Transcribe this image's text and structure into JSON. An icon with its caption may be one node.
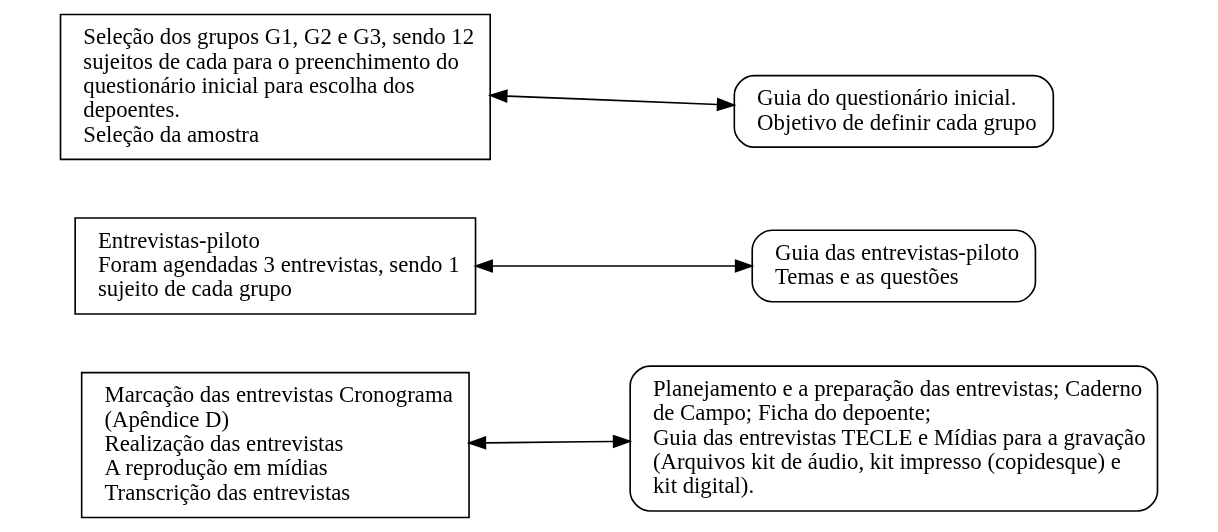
{
  "diagram": {
    "nodes": [
      {
        "text": [
          "Seleção dos grupos G1, G2 e G3, sendo 12 sujeitos de cada para o preenchimento do questionário inicial para escolha dos depoentes.",
          "Seleção da amostra"
        ]
      },
      {
        "text": [
          "Guia do questionário inicial.",
          "Objetivo de definir cada grupo"
        ]
      },
      {
        "text": [
          "Entrevistas-piloto",
          "Foram agendadas 3 entrevistas, sendo 1 sujeito de cada grupo"
        ]
      },
      {
        "text": [
          "Guia das entrevistas-piloto",
          "Temas e as questões"
        ]
      },
      {
        "text": [
          "Marcação das entrevistas Cronograma (Apêndice D)",
          "Realização das entrevistas",
          "A reprodução em mídias",
          "Transcrição das entrevistas"
        ]
      },
      {
        "text": [
          "Planejamento e a preparação das entrevistas; Caderno de Campo; Ficha do depoente;",
          "Guia das entrevistas TECLE e Mídias para a gravação (Arquivos kit de áudio, kit impresso (copidesque) e kit digital)."
        ]
      }
    ],
    "edges": [
      {
        "from": 0,
        "to": 1,
        "arrow": "both"
      },
      {
        "from": 2,
        "to": 3,
        "arrow": "both"
      },
      {
        "from": 4,
        "to": 5,
        "arrow": "both"
      }
    ]
  }
}
